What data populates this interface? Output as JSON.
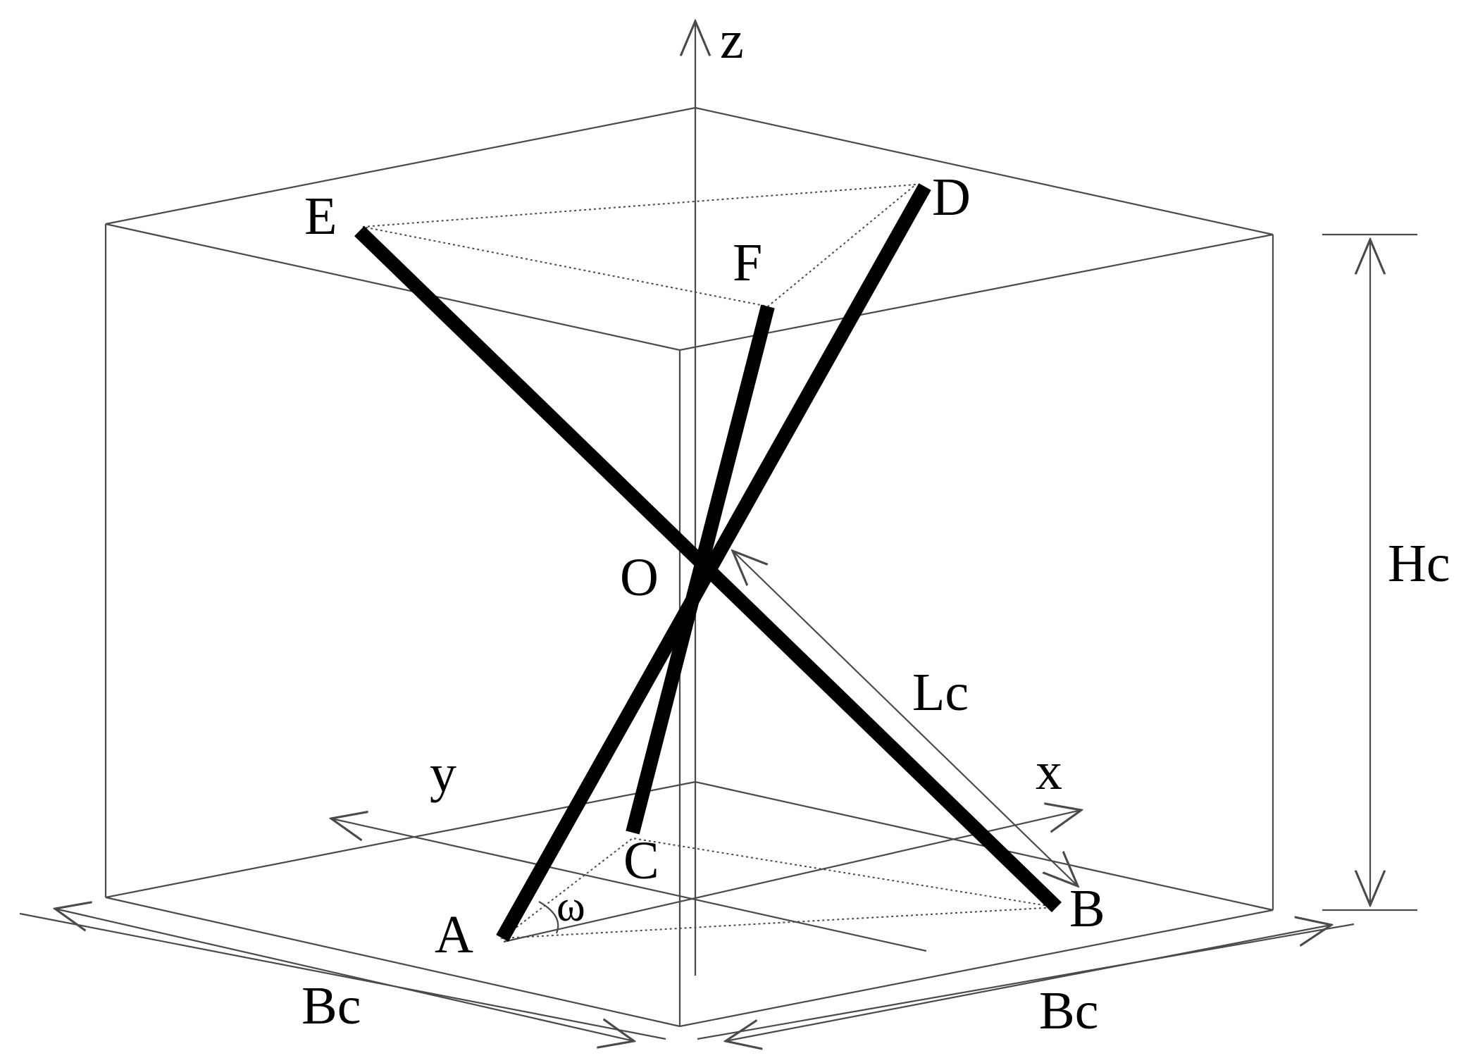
{
  "diagram": {
    "points": {
      "A": "A",
      "B": "B",
      "C": "C",
      "D": "D",
      "E": "E",
      "F": "F",
      "O": "O"
    },
    "axes": {
      "x": "x",
      "y": "y",
      "z": "z"
    },
    "dimensions": {
      "height": "Hc",
      "length": "Lc",
      "base_left": "Bc",
      "base_right": "Bc"
    },
    "angle": "ω",
    "colors": {
      "bars": "#000000",
      "lines": "#4a4a4a",
      "background": "#ffffff"
    }
  }
}
